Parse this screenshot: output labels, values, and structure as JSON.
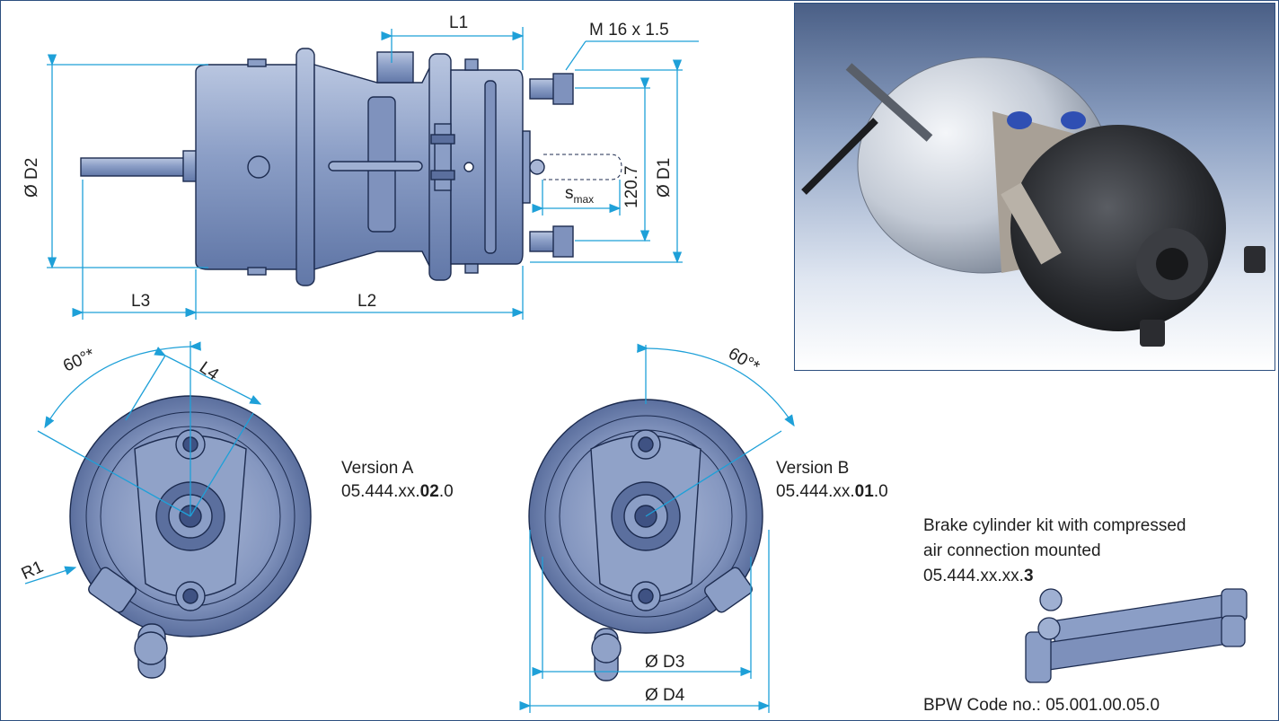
{
  "dimensions": {
    "L1": "L1",
    "L2": "L2",
    "L3": "L3",
    "L4": "L4",
    "R1": "R1",
    "D1": "Ø D1",
    "D2": "Ø D2",
    "D3": "Ø D3",
    "D4": "Ø D4",
    "thread": "M 16 x 1.5",
    "bolt_spacing": "120.7",
    "stroke_main": "s",
    "stroke_sub": "max",
    "angle_a": "60°*",
    "angle_b": "60°*"
  },
  "version_a": {
    "name": "Version A",
    "code_prefix": "05.444.xx.",
    "code_bold": "02",
    "code_suffix": ".0"
  },
  "version_b": {
    "name": "Version B",
    "code_prefix": "05.444.xx.",
    "code_bold": "01",
    "code_suffix": ".0"
  },
  "kit": {
    "line1": "Brake cylinder kit with compressed",
    "line2": "air connection mounted",
    "code_prefix": "05.444.xx.xx.",
    "code_bold": "3",
    "bpw_code": "BPW Code no.: 05.001.00.05.0"
  },
  "colors": {
    "dimension_line": "#1ea0d8",
    "body": "#8a9dc4",
    "outline": "#1c2b4f",
    "frame": "#2d4f7f"
  }
}
